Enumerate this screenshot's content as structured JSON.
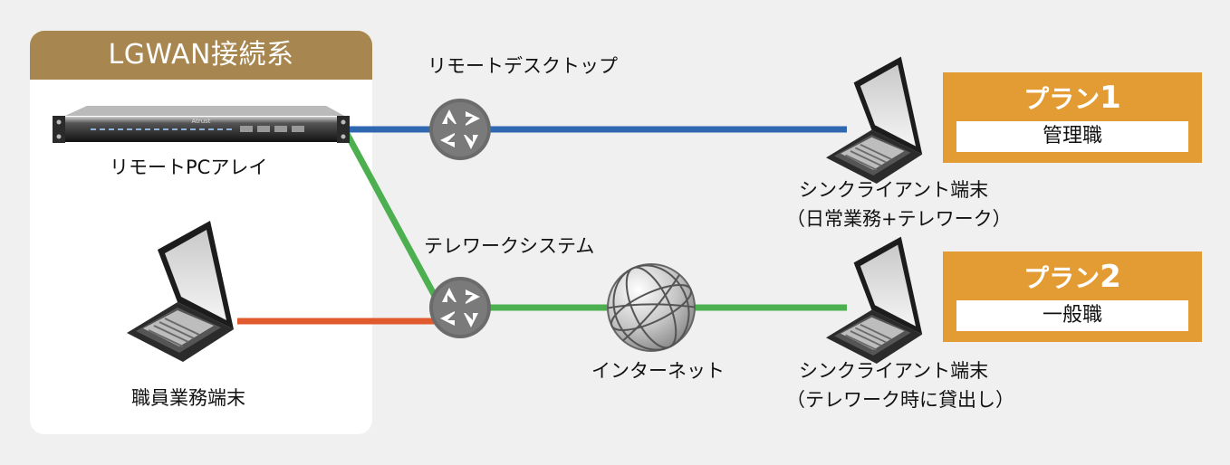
{
  "panel": {
    "title": "LGWAN接続系"
  },
  "nodes": {
    "remote_pc_array": "リモートPCアレイ",
    "staff_terminal": "職員業務端末",
    "internet": "インターネット",
    "thin_client_1_line1": "シンクライアント端末",
    "thin_client_1_line2": "（日常業務+テレワーク）",
    "thin_client_2_line1": "シンクライアント端末",
    "thin_client_2_line2": "（テレワーク時に貸出し）"
  },
  "connections": {
    "remote_desktop": "リモートデスクトップ",
    "telework_system": "テレワークシステム"
  },
  "plans": [
    {
      "prefix": "プラン",
      "number": "1",
      "role": "管理職"
    },
    {
      "prefix": "プラン",
      "number": "2",
      "role": "一般職"
    }
  ],
  "server": {
    "brand_mark": "Atrust"
  },
  "colors": {
    "panel_header": "#a7864f",
    "plan_box": "#e39b33",
    "line_blue": "#2f67b0",
    "line_green": "#4caf50",
    "line_orange": "#e15a2d",
    "router": "#707070"
  },
  "icons": [
    "server-rack-icon",
    "router-icon",
    "globe-icon",
    "laptop-icon"
  ]
}
